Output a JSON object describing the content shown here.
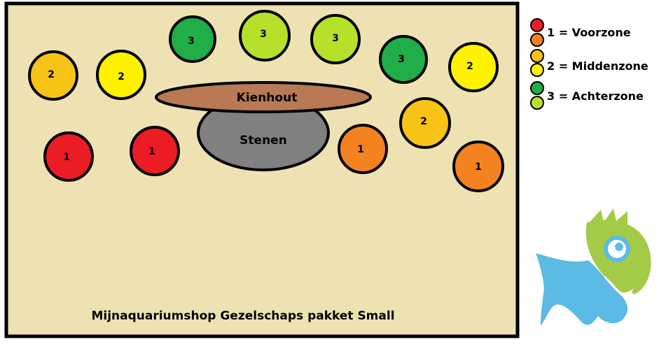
{
  "title": "Mijnaquariumshop Gezelschaps pakket Small",
  "layout": {
    "driftwood_label": "Kienhout",
    "stones_label": "Stenen"
  },
  "colors": {
    "tank_fill": "#EEE2B3",
    "outline": "#000000",
    "red": "#EC1C24",
    "orange": "#F58220",
    "amber": "#F7C317",
    "yellow": "#FFF200",
    "dark_green": "#1FAE48",
    "lime": "#B5E12B",
    "driftwood": "#B97954",
    "stones": "#808080",
    "fish_green": "#A3CB48",
    "fish_blue": "#5BBBE4"
  },
  "plants": [
    {
      "zone": "2",
      "color": "amber"
    },
    {
      "zone": "2",
      "color": "yellow"
    },
    {
      "zone": "3",
      "color": "dark_green"
    },
    {
      "zone": "3",
      "color": "lime"
    },
    {
      "zone": "3",
      "color": "lime"
    },
    {
      "zone": "3",
      "color": "dark_green"
    },
    {
      "zone": "2",
      "color": "yellow"
    },
    {
      "zone": "1",
      "color": "red"
    },
    {
      "zone": "1",
      "color": "red"
    },
    {
      "zone": "1",
      "color": "orange"
    },
    {
      "zone": "2",
      "color": "amber"
    },
    {
      "zone": "1",
      "color": "orange"
    }
  ],
  "legend": [
    {
      "text": "1 = Voorzone",
      "colors": [
        "red",
        "orange"
      ]
    },
    {
      "text": "2 = Middenzone",
      "colors": [
        "amber",
        "yellow"
      ]
    },
    {
      "text": "3 = Achterzone",
      "colors": [
        "dark_green",
        "lime"
      ]
    }
  ],
  "logo": {
    "name": "fish-logo"
  }
}
